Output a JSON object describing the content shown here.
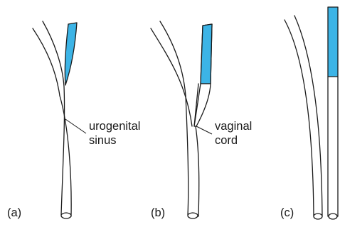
{
  "colors": {
    "duct_fill": "#3cb4e6",
    "outline": "#1a1a1a",
    "background": "#ffffff"
  },
  "panels": [
    {
      "id": "a",
      "label": "(a)",
      "annotation_lines": [
        "urogenital",
        "sinus"
      ]
    },
    {
      "id": "b",
      "label": "(b)",
      "annotation_lines": [
        "vaginal",
        "cord"
      ]
    },
    {
      "id": "c",
      "label": "(c)",
      "annotation_lines": []
    }
  ]
}
